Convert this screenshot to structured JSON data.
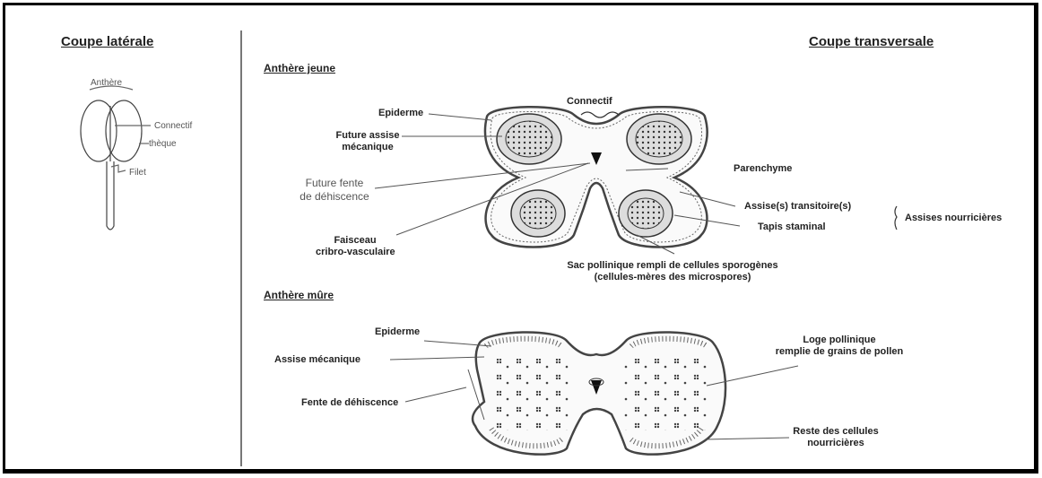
{
  "headings": {
    "lateral": "Coupe latérale",
    "transverse": "Coupe transversale",
    "young": "Anthère jeune",
    "mature": "Anthère mûre"
  },
  "lateral_labels": {
    "anther": "Anthère",
    "connective": "Connectif",
    "theca": "thèque",
    "filament": "Filet"
  },
  "young_labels": {
    "connective": "Connectif",
    "epidermis": "Epiderme",
    "future_mech_1": "Future assise",
    "future_mech_2": "mécanique",
    "future_slit_1": "Future fente",
    "future_slit_2": "de déhiscence",
    "parenchyma": "Parenchyme",
    "transitory": "Assise(s) transitoire(s)",
    "tapetum": "Tapis staminal",
    "nutritive": "Assises nourricières",
    "bundle_1": "Faisceau",
    "bundle_2": "cribro-vasculaire",
    "sac_1": "Sac pollinique rempli de cellules sporogènes",
    "sac_2": "(cellules-mères des microspores)"
  },
  "mature_labels": {
    "epidermis": "Epiderme",
    "mech": "Assise mécanique",
    "slit": "Fente de déhiscence",
    "locule_1": "Loge pollinique",
    "locule_2": "remplie de grains de pollen",
    "remains_1": "Reste des cellules",
    "remains_2": "nourricières"
  }
}
